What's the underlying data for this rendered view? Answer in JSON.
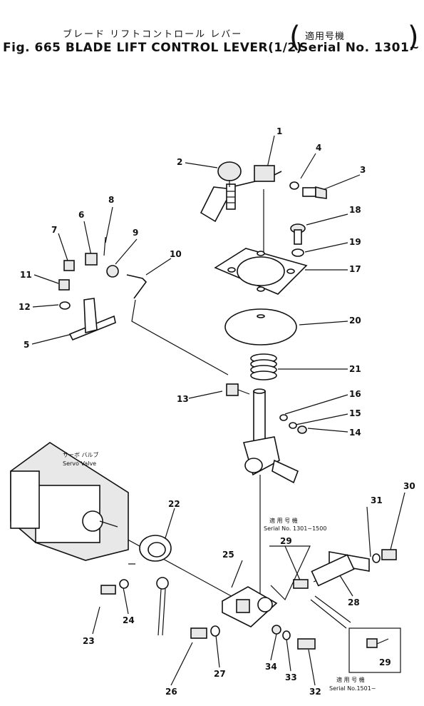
{
  "header": {
    "title_jp": "ブレード リフトコントロール レバー",
    "title_en": "Fig. 665 BLADE LIFT CONTROL LEVER(1/2)",
    "serial_jp": "適用号機",
    "serial_en": "Serial No. 1301~"
  },
  "labels": {
    "servo_jp": "サーボ バルブ",
    "servo_en": "Servo Valve",
    "box1_jp": "適 用 号 機",
    "box1_en": "Serial No. 1301~1500",
    "box2_jp": "適 用 号 機",
    "box2_en": "Serial No.1501~"
  },
  "part_numbers": [
    "1",
    "2",
    "3",
    "4",
    "5",
    "6",
    "7",
    "8",
    "9",
    "10",
    "11",
    "12",
    "13",
    "14",
    "15",
    "16",
    "17",
    "18",
    "19",
    "20",
    "21",
    "22",
    "23",
    "24",
    "25",
    "26",
    "27",
    "28",
    "29",
    "29",
    "30",
    "31",
    "32",
    "33",
    "34"
  ]
}
